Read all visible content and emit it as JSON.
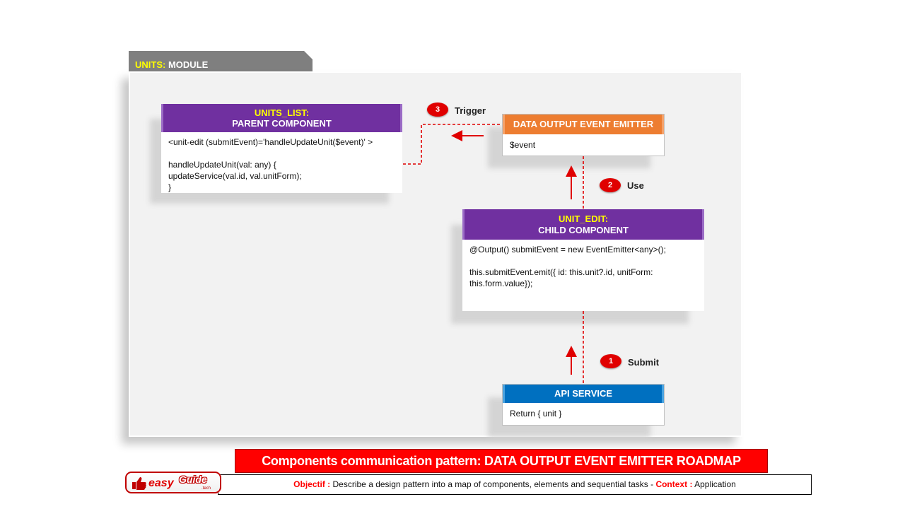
{
  "module": {
    "key": "UNITS:",
    "name": " MODULE"
  },
  "parent": {
    "head_line1": "UNITS_LIST:",
    "head_line2": "PARENT COMPONENT",
    "code": [
      "<unit-edit (submitEvent)='handleUpdateUnit($event)'  >",
      "",
      "handleUpdateUnit(val:  any) {",
      "updateService(val.id,  val.unitForm);",
      "}"
    ]
  },
  "emitter": {
    "head": "DATA OUTPUT EVENT EMITTER",
    "body": "$event"
  },
  "child": {
    "head_line1": "UNIT_EDIT:",
    "head_line2": "CHILD COMPONENT",
    "code": [
      "@Output() submitEvent = new EventEmitter<any>();",
      "",
      "this.submitEvent.emit({ id: this.unit?.id, unitForm:",
      "this.form.value});"
    ]
  },
  "api": {
    "head": "API SERVICE",
    "body": "Return { unit }"
  },
  "steps": [
    {
      "num": "1",
      "label": "Submit"
    },
    {
      "num": "2",
      "label": "Use"
    },
    {
      "num": "3",
      "label": "Trigger"
    }
  ],
  "footer": {
    "title": "Components communication pattern: DATA OUTPUT EVENT  EMITTER ROADMAP",
    "objectif_key": "Objectif :",
    "objectif_text": " Describe a design pattern into a map of components, elements and sequential tasks - ",
    "context_key": "Context :",
    "context_text": " Application"
  },
  "logo": {
    "easy": "easy",
    "guide": "Guide",
    "tech": ".tech"
  },
  "colors": {
    "purple": "#7030a0",
    "orange": "#ed7d31",
    "blue": "#0070c0",
    "connector": "#e00000",
    "title_bar": "#ff0000"
  }
}
